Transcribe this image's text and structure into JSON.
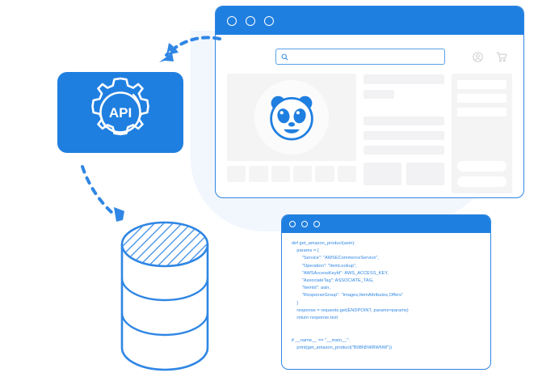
{
  "colors": {
    "brand_blue": "#1f7fe0",
    "outline_blue": "#2f86e4",
    "backdrop": "#f2f6fd",
    "skeleton_gray": "#f2f2f4",
    "icon_gray": "#c9c9cc"
  },
  "api_card": {
    "label": "API",
    "icon": "gear-icon"
  },
  "arrows": [
    {
      "name": "arrow-api-to-browser",
      "direction": "left-up-curved"
    },
    {
      "name": "arrow-api-to-database",
      "direction": "down-right"
    }
  ],
  "browser": {
    "title_dots": [
      "close",
      "minimize",
      "maximize"
    ],
    "search": {
      "placeholder": "",
      "value": "",
      "icon": "search-icon"
    },
    "header_icons": [
      {
        "name": "account-icon",
        "label": "Account"
      },
      {
        "name": "cart-icon",
        "label": "Cart"
      }
    ],
    "product_logo": "panda-logo",
    "thumbnails_count": 6,
    "detail_bars": 5,
    "detail_boxes": 2,
    "sidebar": {
      "bars": 3,
      "buttons": 2
    }
  },
  "database": {
    "name": "database-cylinder",
    "bands": 3,
    "top_pattern": "hatched"
  },
  "code_window": {
    "title_dots": [
      "close",
      "minimize",
      "maximize"
    ],
    "language": "python",
    "lines": [
      "def get_amazon_product(asin):",
      "    params = {",
      "        \"Service\": \"AWSECommerceService\",",
      "        \"Operation\": \"ItemLookup\",",
      "        \"AWSAccessKeyId\": AWS_ACCESS_KEY,",
      "        \"AssociateTag\": ASSOCIATE_TAG,",
      "        \"ItemId\": asin,",
      "        \"ResponseGroup\": \"Images,ItemAttributes,Offers\"",
      "    }",
      "    response = requests.get(ENDPOINT, params=params)",
      "    return response.text",
      "",
      "",
      "if __name__ == \"__main__\":",
      "    print(get_amazon_product(\"B08N5WRWNW\"))"
    ]
  }
}
